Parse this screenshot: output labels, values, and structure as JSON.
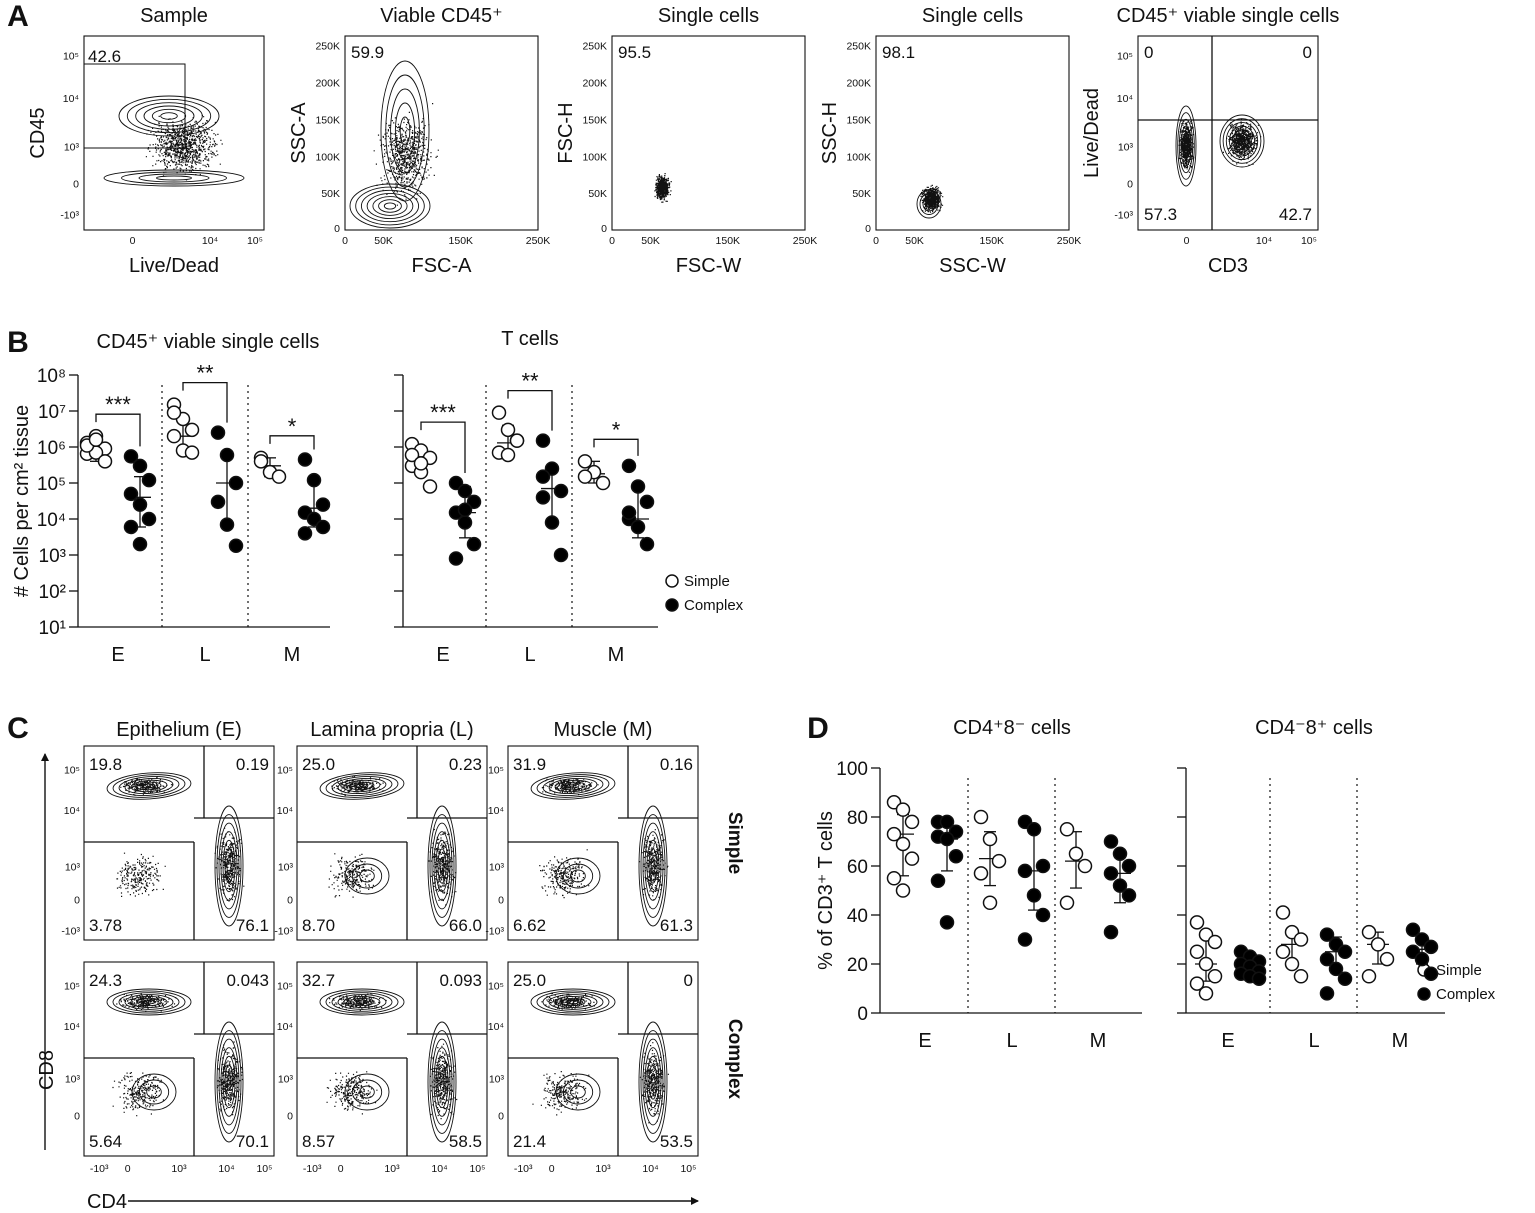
{
  "colors": {
    "ink": "#111111",
    "simple": "#ffffff",
    "complex": "#000000",
    "background": "#ffffff"
  },
  "panel_labels": [
    "A",
    "B",
    "C",
    "D"
  ],
  "panel_a": {
    "plots": [
      {
        "title": "Sample",
        "xlabel": "Live/Dead",
        "ylabel": "CD45",
        "xticks": [
          "0",
          "10⁴",
          "10⁵"
        ],
        "yticks": [
          "10⁵",
          "10⁴",
          "10³",
          "0",
          "-10³"
        ],
        "gate_values": [
          "42.6"
        ]
      },
      {
        "title": "Viable CD45⁺",
        "xlabel": "FSC-A",
        "ylabel": "SSC-A",
        "xticks": [
          "0",
          "50K",
          "150K",
          "250K"
        ],
        "yticks": [
          "250K",
          "200K",
          "150K",
          "100K",
          "50K",
          "0"
        ],
        "gate_values": [
          "59.9"
        ]
      },
      {
        "title": "Single cells",
        "xlabel": "FSC-W",
        "ylabel": "FSC-H",
        "xticks": [
          "0",
          "50K",
          "150K",
          "250K"
        ],
        "yticks": [
          "250K",
          "200K",
          "150K",
          "100K",
          "50K",
          "0"
        ],
        "gate_values": [
          "95.5"
        ]
      },
      {
        "title": "Single cells",
        "xlabel": "SSC-W",
        "ylabel": "SSC-H",
        "xticks": [
          "0",
          "50K",
          "150K",
          "250K"
        ],
        "yticks": [
          "250K",
          "200K",
          "150K",
          "100K",
          "50K",
          "0"
        ],
        "gate_values": [
          "98.1"
        ]
      },
      {
        "title": "CD45⁺ viable single cells",
        "xlabel": "CD3",
        "ylabel": "Live/Dead",
        "xticks": [
          "0",
          "10⁴",
          "10⁵"
        ],
        "yticks": [
          "10⁵",
          "10⁴",
          "10³",
          "0",
          "-10³"
        ],
        "gate_values": [
          "0",
          "0",
          "57.3",
          "42.7"
        ]
      }
    ]
  },
  "panel_c": {
    "column_titles": [
      "Epithelium (E)",
      "Lamina propria (L)",
      "Muscle (M)"
    ],
    "row_labels": [
      "Simple",
      "Complex"
    ],
    "xlabel": "CD4",
    "ylabel": "CD8",
    "xticks": [
      "-10³",
      "0",
      "10³",
      "10⁴",
      "10⁵"
    ],
    "yticks_simple": [
      "10⁵",
      "10⁴",
      "10³",
      "0",
      "-10³"
    ],
    "yticks_complex": [
      "10⁵",
      "10⁴",
      "10³",
      "0"
    ],
    "quadrants": [
      [
        [
          "19.8",
          "0.19",
          "3.78",
          "76.1"
        ],
        [
          "25.0",
          "0.23",
          "8.70",
          "66.0"
        ],
        [
          "31.9",
          "0.16",
          "6.62",
          "61.3"
        ]
      ],
      [
        [
          "24.3",
          "0.043",
          "5.64",
          "70.1"
        ],
        [
          "32.7",
          "0.093",
          "8.57",
          "58.5"
        ],
        [
          "25.0",
          "0",
          "21.4",
          "53.5"
        ]
      ]
    ]
  },
  "chart_data": [
    {
      "type": "scatter",
      "panel": "B",
      "title": "CD45⁺ viable single cells",
      "ylabel": "# Cells per cm² tissue",
      "yscale": "log",
      "ylim": [
        10,
        100000000
      ],
      "yticks": [
        "10¹",
        "10²",
        "10³",
        "10⁴",
        "10⁵",
        "10⁶",
        "10⁷",
        "10⁸"
      ],
      "categories": [
        "E",
        "L",
        "M"
      ],
      "significance": [
        "***",
        "**",
        "*"
      ],
      "legend": [
        "Simple",
        "Complex"
      ],
      "series": [
        {
          "name": "Simple",
          "points": [
            [
              1300000,
              2000000,
              900000,
              650000,
              700000,
              400000,
              1100000,
              1600000
            ],
            [
              15000000,
              6000000,
              3000000,
              2000000,
              800000,
              700000,
              9000000
            ],
            [
              500000,
              200000,
              150000,
              400000
            ]
          ],
          "median": [
            800000,
            2000000,
            300000
          ],
          "err": [
            [
              400000,
              1500000
            ],
            [
              800000,
              6000000
            ],
            [
              150000,
              500000
            ]
          ]
        },
        {
          "name": "Complex",
          "points": [
            [
              550000,
              300000,
              120000,
              50000,
              25000,
              10000,
              6000,
              2000
            ],
            [
              2500000,
              600000,
              100000,
              30000,
              7000,
              1800
            ],
            [
              450000,
              120000,
              25000,
              15000,
              10000,
              6000,
              4000
            ]
          ],
          "median": [
            40000,
            100000,
            20000
          ],
          "err": [
            [
              6000,
              150000
            ],
            [
              8000,
              700000
            ],
            [
              6000,
              100000
            ]
          ]
        }
      ]
    },
    {
      "type": "scatter",
      "panel": "B",
      "title": "T cells",
      "ylabel": "",
      "yscale": "log",
      "ylim": [
        10,
        100000000
      ],
      "categories": [
        "E",
        "L",
        "M"
      ],
      "significance": [
        "***",
        "**",
        "*"
      ],
      "series": [
        {
          "name": "Simple",
          "points": [
            [
              1200000,
              800000,
              500000,
              300000,
              200000,
              80000,
              600000,
              350000
            ],
            [
              9000000,
              3000000,
              1500000,
              700000,
              600000,
              1500000
            ],
            [
              400000,
              200000,
              100000,
              150000
            ]
          ],
          "median": [
            400000,
            1300000,
            180000
          ],
          "err": [
            [
              200000,
              700000
            ],
            [
              600000,
              4000000
            ],
            [
              100000,
              400000
            ]
          ]
        },
        {
          "name": "Complex",
          "points": [
            [
              100000,
              60000,
              30000,
              15000,
              8000,
              2000,
              800,
              18000
            ],
            [
              1500000,
              250000,
              60000,
              40000,
              8000,
              1000,
              150000
            ],
            [
              300000,
              80000,
              30000,
              10000,
              6000,
              2000,
              15000
            ]
          ],
          "median": [
            15000,
            70000,
            10000
          ],
          "err": [
            [
              3000,
              80000
            ],
            [
              8000,
              250000
            ],
            [
              3000,
              70000
            ]
          ]
        }
      ]
    },
    {
      "type": "scatter",
      "panel": "D",
      "title": "CD4⁺8⁻ cells",
      "ylabel": "% of CD3⁺ T cells",
      "ylim": [
        0,
        100
      ],
      "yticks": [
        0,
        20,
        40,
        60,
        80,
        100
      ],
      "categories": [
        "E",
        "L",
        "M"
      ],
      "legend": [
        "Simple",
        "Complex"
      ],
      "series": [
        {
          "name": "Simple",
          "points": [
            [
              86,
              83,
              78,
              73,
              69,
              63,
              55,
              50
            ],
            [
              80,
              71,
              62,
              57,
              45
            ],
            [
              75,
              65,
              60,
              45
            ]
          ],
          "median": [
            73,
            63,
            62
          ],
          "err": [
            [
              56,
              81
            ],
            [
              52,
              74
            ],
            [
              51,
              74
            ]
          ]
        },
        {
          "name": "Complex",
          "points": [
            [
              78,
              78,
              74,
              72,
              71,
              64,
              54,
              37
            ],
            [
              78,
              75,
              60,
              58,
              48,
              40,
              30
            ],
            [
              70,
              65,
              60,
              57,
              52,
              48,
              33
            ]
          ],
          "median": [
            71,
            58,
            57
          ],
          "err": [
            [
              58,
              76
            ],
            [
              42,
              75
            ],
            [
              45,
              65
            ]
          ]
        }
      ]
    },
    {
      "type": "scatter",
      "panel": "D",
      "title": "CD4⁻8⁺ cells",
      "ylabel": "",
      "ylim": [
        0,
        100
      ],
      "categories": [
        "E",
        "L",
        "M"
      ],
      "series": [
        {
          "name": "Simple",
          "points": [
            [
              37,
              32,
              29,
              25,
              20,
              15,
              12,
              8
            ],
            [
              41,
              33,
              30,
              25,
              20,
              15
            ],
            [
              33,
              28,
              22,
              15
            ]
          ],
          "median": [
            20,
            28,
            28
          ],
          "err": [
            [
              13,
              31
            ],
            [
              20,
              33
            ],
            [
              20,
              33
            ]
          ]
        },
        {
          "name": "Complex",
          "points": [
            [
              25,
              23,
              21,
              20,
              19,
              17,
              16,
              15,
              14
            ],
            [
              32,
              28,
              25,
              22,
              18,
              14,
              8
            ],
            [
              34,
              30,
              27,
              25,
              22,
              16
            ]
          ],
          "median": [
            19,
            25,
            26
          ],
          "err": [
            [
              16,
              22
            ],
            [
              18,
              31
            ],
            [
              20,
              31
            ]
          ]
        }
      ]
    }
  ]
}
